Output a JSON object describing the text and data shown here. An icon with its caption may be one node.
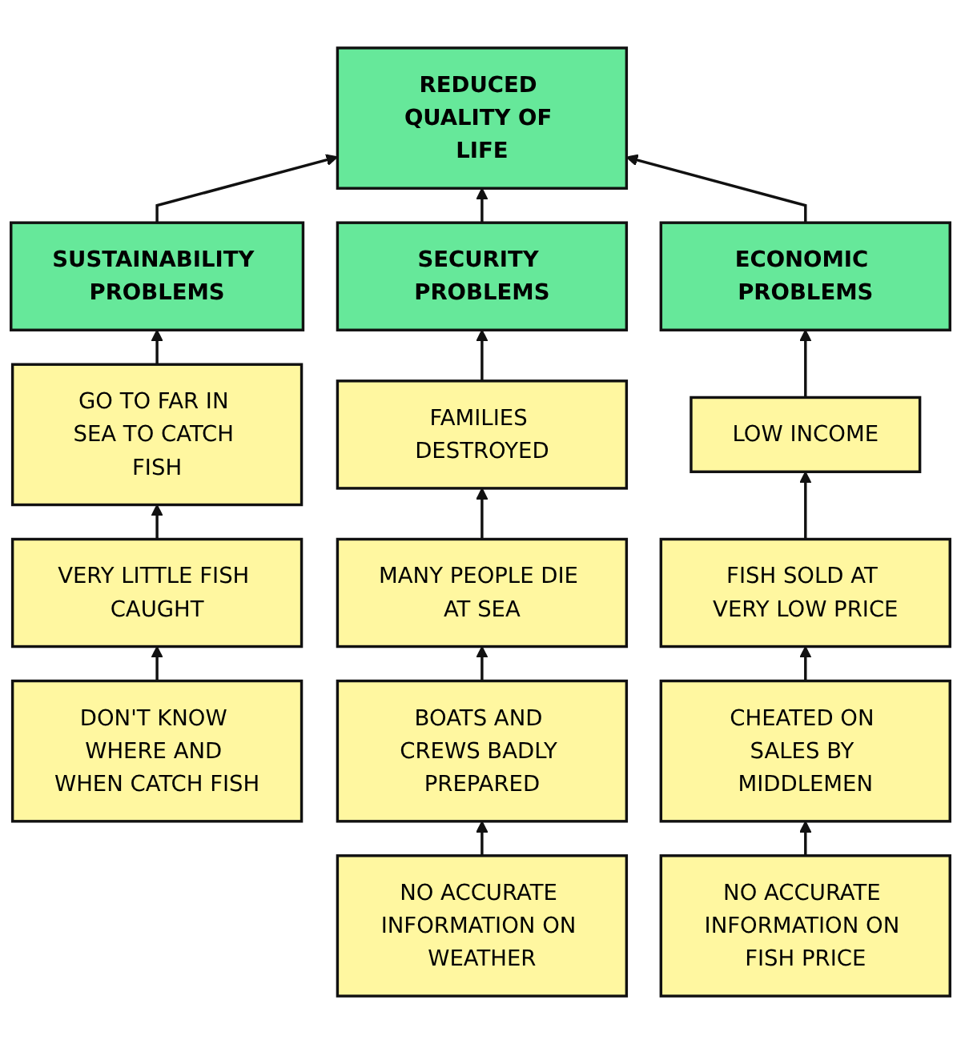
{
  "diagram": {
    "nodes": [
      {
        "text": [
          "REDUCED QUALITY OF LIFE"
        ]
      },
      {
        "text": [
          "SUSTAINABILITY PROBLEMS"
        ]
      },
      {
        "text": [
          "SECURITY PROBLEMS"
        ]
      },
      {
        "text": [
          "ECONOMIC PROBLEMS"
        ]
      },
      {
        "text": [
          "GO TO FAR IN SEA TO CATCH FISH"
        ]
      },
      {
        "text": [
          "VERY LITTLE FISH CAUGHT"
        ]
      },
      {
        "text": [
          "DON'T KNOW WHERE AND WHEN CATCH FISH"
        ]
      },
      {
        "text": [
          "FAMILIES DESTROYED"
        ]
      },
      {
        "text": [
          "MANY PEOPLE DIE AT SEA"
        ]
      },
      {
        "text": [
          "BOATS AND CREWS BADLY PREPARED"
        ]
      },
      {
        "text": [
          "NO ACCURATE INFORMATION ON WEATHER"
        ]
      },
      {
        "text": [
          "LOW INCOME"
        ]
      },
      {
        "text": [
          "FISH SOLD AT VERY LOW PRICE"
        ]
      },
      {
        "text": [
          "CHEATED ON SALES BY MIDDLEMEN"
        ]
      },
      {
        "text": [
          "NO ACCURATE INFORMATION ON FISH PRICE"
        ]
      }
    ],
    "edges": [
      {
        "from": 1,
        "to": 0,
        "arrow": "to"
      },
      {
        "from": 2,
        "to": 0,
        "arrow": "to"
      },
      {
        "from": 3,
        "to": 0,
        "arrow": "to"
      },
      {
        "from": 4,
        "to": 1,
        "arrow": "to"
      },
      {
        "from": 5,
        "to": 4,
        "arrow": "to"
      },
      {
        "from": 6,
        "to": 5,
        "arrow": "to"
      },
      {
        "from": 7,
        "to": 2,
        "arrow": "to"
      },
      {
        "from": 8,
        "to": 7,
        "arrow": "to"
      },
      {
        "from": 9,
        "to": 8,
        "arrow": "to"
      },
      {
        "from": 10,
        "to": 9,
        "arrow": "to"
      },
      {
        "from": 11,
        "to": 3,
        "arrow": "to"
      },
      {
        "from": 12,
        "to": 11,
        "arrow": "to"
      },
      {
        "from": 13,
        "to": 12,
        "arrow": "to"
      },
      {
        "from": 14,
        "to": 13,
        "arrow": "to"
      }
    ]
  }
}
